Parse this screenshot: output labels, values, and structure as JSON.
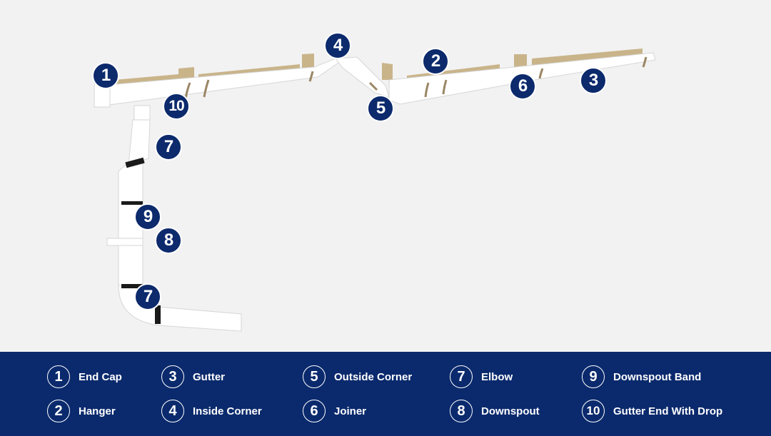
{
  "colors": {
    "navy": "#0b2a6d",
    "background": "#f2f2f2",
    "board": "#c9b48a"
  },
  "callouts": [
    "1",
    "4",
    "2",
    "3",
    "6",
    "5",
    "10",
    "7",
    "9",
    "8",
    "7"
  ],
  "legend": [
    {
      "num": "1",
      "label": "End Cap"
    },
    {
      "num": "2",
      "label": "Hanger"
    },
    {
      "num": "3",
      "label": "Gutter"
    },
    {
      "num": "4",
      "label": "Inside Corner"
    },
    {
      "num": "5",
      "label": "Outside Corner"
    },
    {
      "num": "6",
      "label": "Joiner"
    },
    {
      "num": "7",
      "label": "Elbow"
    },
    {
      "num": "8",
      "label": "Downspout"
    },
    {
      "num": "9",
      "label": "Downspout Band"
    },
    {
      "num": "10",
      "label": "Gutter End With Drop"
    }
  ]
}
